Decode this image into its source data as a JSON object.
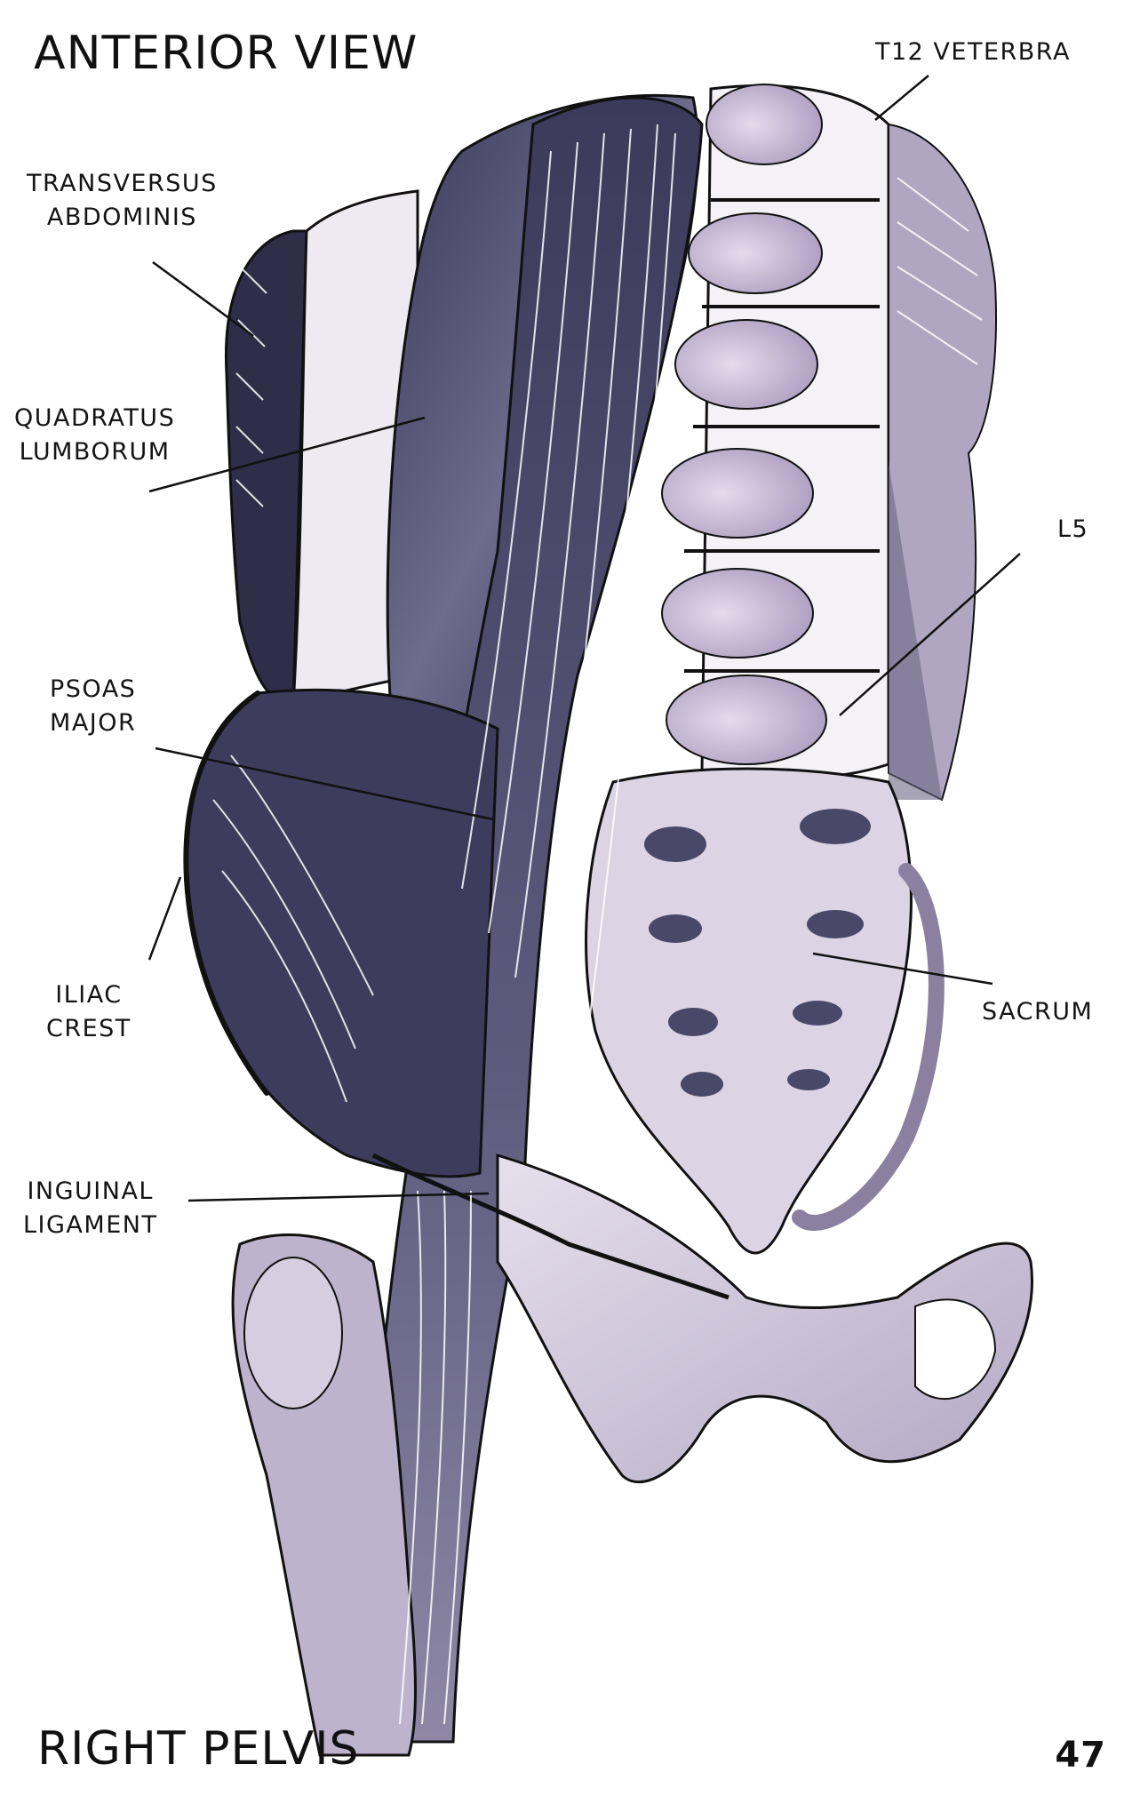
{
  "header": {
    "title": "ANTERIOR VIEW"
  },
  "footer": {
    "subtitle": "RIGHT PELVIS",
    "page_number": "47"
  },
  "labels": {
    "t12": [
      "T12 VETERBRA"
    ],
    "transversus": [
      "TRANSVERSUS",
      "ABDOMINIS"
    ],
    "quadratus": [
      "QUADRATUS",
      "LUMBORUM"
    ],
    "l5": [
      "L5"
    ],
    "psoas": [
      "PSOAS",
      "MAJOR"
    ],
    "iliac": [
      "ILIAC",
      "CREST"
    ],
    "sacrum": [
      "SACRUM"
    ],
    "inguinal": [
      "INGUINAL",
      "LIGAMENT"
    ]
  },
  "colors": {
    "muscle_dark": "#2b2b45",
    "muscle_mid": "#5c5b7c",
    "bone_lavender": "#c8bfd4",
    "bone_shadow": "#8c80a0",
    "ink": "#111111",
    "paper": "#ffffff"
  }
}
